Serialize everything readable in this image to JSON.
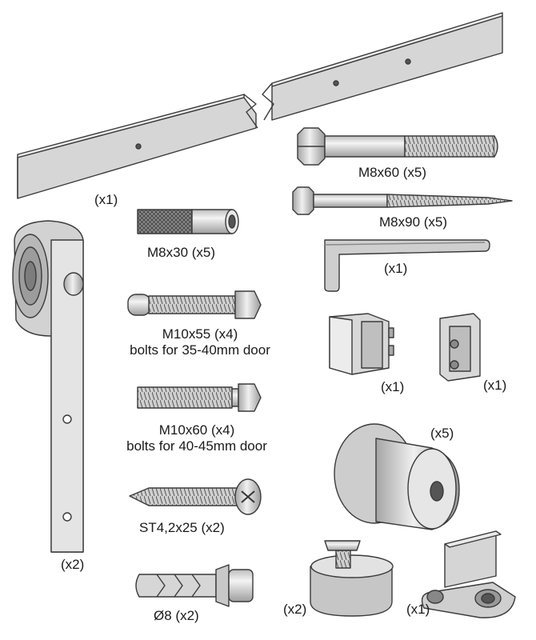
{
  "colors": {
    "part_fill": "#dcdcdc",
    "part_dark": "#a9a9a9",
    "outline": "#3a3a3a"
  },
  "parts": {
    "rail": {
      "qty": "(x1)"
    },
    "lag_bolt_short": {
      "size": "M8x60",
      "qty": "(x5)"
    },
    "lag_bolt_long": {
      "size": "M8x90",
      "qty": "(x5)"
    },
    "allen_key": {
      "qty": "(x1)"
    },
    "spacer_sleeve": {
      "size": "M8x30",
      "qty": "(x5)"
    },
    "hanger": {
      "qty": "(x2)"
    },
    "bolt_m10x55": {
      "size": "M10x55",
      "qty": "(x4)",
      "note": "bolts for 35-40mm door"
    },
    "bolt_m10x60": {
      "size": "M10x60",
      "qty": "(x4)",
      "note": "bolts for 40-45mm door"
    },
    "end_stop_a": {
      "qty": "(x1)"
    },
    "end_stop_b": {
      "qty": "(x1)"
    },
    "wall_spacer": {
      "qty": "(x5)"
    },
    "screw_st4": {
      "size": "ST4,2x25",
      "qty": "(x2)"
    },
    "wall_plug": {
      "size": "Ø8",
      "qty": "(x2)"
    },
    "anti_jump": {
      "qty": "(x2)"
    },
    "floor_guide": {
      "qty": "(x1)"
    }
  }
}
